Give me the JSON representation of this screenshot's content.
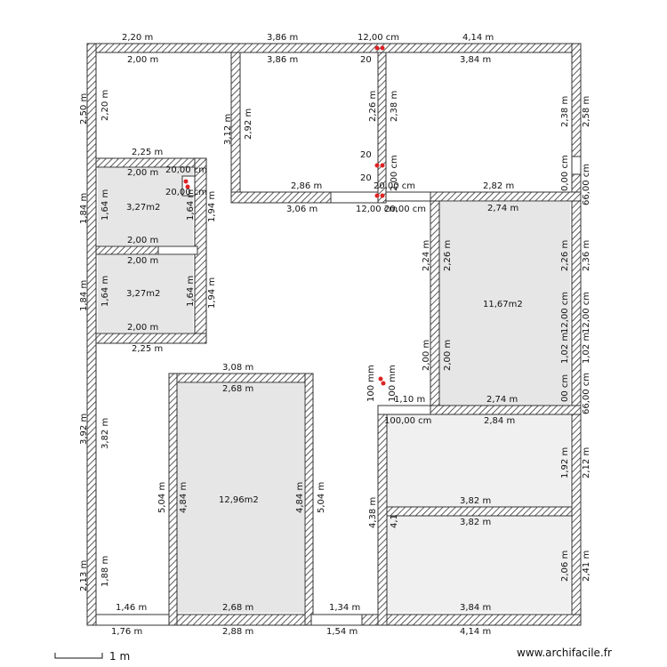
{
  "colors": {
    "wall_stroke": "#333333",
    "room_fill": "#e6e6e6",
    "marker": "#dd2222"
  },
  "rooms": {
    "small_top": "3,27m2",
    "small_bottom": "3,27m2",
    "big_right": "11,67m2",
    "big_center": "12,96m2"
  },
  "dims": {
    "t1": "2,20 m",
    "t2": "3,86 m",
    "t3": "12,00 cm",
    "t4": "4,14 m",
    "t5": "2,00 m",
    "t6": "3,86 m",
    "t7": "20",
    "t8": "3,84 m",
    "l1": "2,50 m",
    "l2": "2,20 m",
    "l3": "3,12 m",
    "l4": "2,92 m",
    "l5": "2,26 m",
    "l6": "2,38 m",
    "r1": "2,38 m",
    "r2": "2,58 m",
    "c1": "20",
    "c2": "2,00 cm",
    "c3": "20",
    "c4": "20,00 cm",
    "c5": "2,82 m",
    "c6": "0,00 cm",
    "c7": "66,00 cm",
    "c8": "2,86 m",
    "c9": "3,06 m",
    "c10": "12,00 cm",
    "c11": "20,00 cm",
    "c12": "2,74 m",
    "s1": "2,25 m",
    "s2": "2,00 m",
    "s3": "20,00 cm",
    "s4": "20,00 cm",
    "s5": "1,84 m",
    "s6": "1,64 m",
    "s7": "1,64 m",
    "s8": "1,94 m",
    "s9": "2,00 m",
    "s10": "2,00 m",
    "s11": "1,84 m",
    "s12": "1,64 m",
    "s13": "1,64 m",
    "s14": "1,94 m",
    "s15": "2,00 m",
    "s16": "2,25 m",
    "b1": "2,24 m",
    "b2": "2,26 m",
    "b3": "2,26 m",
    "b4": "2,36 m",
    "b5": "12,00 cm",
    "b6": "12,00 cm",
    "b7": "1,02 m",
    "b8": "1,02 m",
    "b9": "2,00 m",
    "b10": "2,00 m",
    "b11": "2,74 m",
    "b12": "00 cm",
    "b13": "66,00 cm",
    "m1": "100 mm",
    "m2": "100 mm",
    "m3": "1,10 m",
    "m4": "100,00 cm",
    "m5": "2,84 m",
    "k1": "3,08 m",
    "k2": "2,68 m",
    "k3": "5,04 m",
    "k4": "4,84 m",
    "k5": "4,84 m",
    "k6": "5,04 m",
    "k7": "2,68 m",
    "k8": "2,88 m",
    "lr1": "1,92 m",
    "lr2": "2,12 m",
    "lr3": "3,82 m",
    "lr4": "3,82 m",
    "lr5": "4,38 m",
    "lr6": "4,1",
    "lr7": "2,06 m",
    "lr8": "2,41 m",
    "lr9": "3,84 m",
    "lr10": "4,14 m",
    "w1": "3,92 m",
    "w2": "3,82 m",
    "w3": "2,13 m",
    "w4": "1,88 m",
    "bt1": "1,46 m",
    "bt2": "1,76 m",
    "bt3": "1,34 m",
    "bt4": "1,54 m"
  },
  "scale_label": "1 m",
  "credit": "www.archifacile.fr"
}
